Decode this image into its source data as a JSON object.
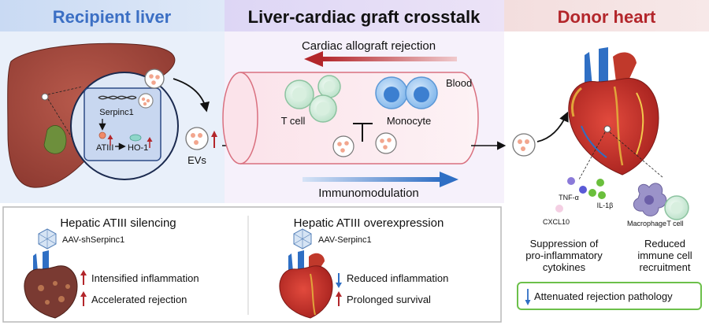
{
  "headers": {
    "left": "Recipient liver",
    "center": "Liver-cardiac graft crosstalk",
    "right": "Donor heart"
  },
  "liver": {
    "gene": "Serpinc1",
    "protein_a": "ATIII",
    "protein_b": "HO-1",
    "evs": "EVs"
  },
  "crosstalk": {
    "top_arrow": "Cardiac allograft rejection",
    "blood": "Blood",
    "tcell": "T cell",
    "monocyte": "Monocyte",
    "bottom_arrow": "Immunomodulation"
  },
  "heart": {
    "cytokines": [
      "TNF-α",
      "IL-1β",
      "CXCL10"
    ],
    "cells": [
      "Macrophage",
      "T cell"
    ],
    "effect_a": [
      "Suppression of",
      "pro-inflammatory",
      "cytokines"
    ],
    "effect_b": [
      "Reduced",
      "immune cell",
      "recruitment"
    ],
    "outcome": "Attenuated rejection pathology"
  },
  "silencing": {
    "title": "Hepatic ATIII silencing",
    "vector": "AAV-shSerpinc1",
    "result_a": "Intensified inflammation",
    "result_b": "Accelerated rejection"
  },
  "overexpression": {
    "title": "Hepatic ATIII overexpression",
    "vector": "AAV-Serpinc1",
    "result_a": "Reduced inflammation",
    "result_b": "Prolonged survival"
  },
  "colors": {
    "left_header": "#3b6fc4",
    "right_header": "#b3262b",
    "up_arrow": "#b3262b",
    "down_arrow": "#2f6fc4"
  }
}
